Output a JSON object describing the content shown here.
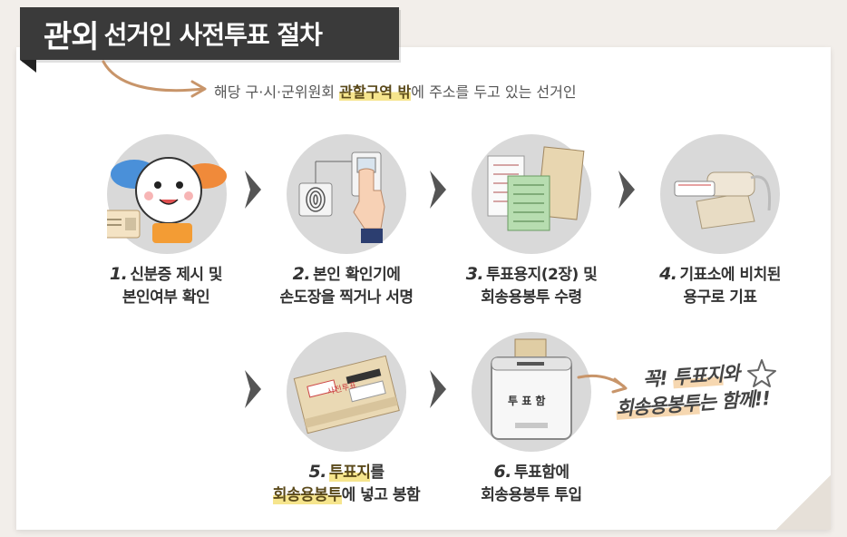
{
  "title": {
    "prefix": "관외",
    "rest": "선거인 사전투표 절차"
  },
  "subtitle": {
    "before": "해당 구·시·군위원회 ",
    "highlight": "관할구역 밖",
    "after": "에 주소를 두고 있는 선거인"
  },
  "steps": [
    {
      "num": "1.",
      "line1": "신분증 제시 및",
      "line2": "본인여부 확인",
      "icon": "id-card-mascot-icon"
    },
    {
      "num": "2.",
      "line1": "본인 확인기에",
      "line2": "손도장을 찍거나 서명",
      "icon": "fingerprint-scanner-icon"
    },
    {
      "num": "3.",
      "line1": "투표용지(2장) 및",
      "line2": "회송용봉투 수령",
      "icon": "ballot-papers-envelope-icon"
    },
    {
      "num": "4.",
      "line1": "기표소에 비치된",
      "line2": "용구로 기표",
      "icon": "ballot-stamp-icon"
    },
    {
      "num": "5.",
      "line1_hl": "투표지",
      "line1": "를",
      "line2_hl": "회송용봉투",
      "line2": "에 넣고 봉함",
      "icon": "sealed-envelope-icon"
    },
    {
      "num": "6.",
      "line1": "투표함에",
      "line2": "회송용봉투 투입",
      "icon": "ballot-box-icon"
    }
  ],
  "envelope_label": "사전투표",
  "ballot_box_label": "투 표 함",
  "note": {
    "line1_a": "꼭! ",
    "line1_hl": "투표지",
    "line1_b": "와",
    "line2_hl": "회송용봉투",
    "line2_b": "는 함께!!"
  },
  "colors": {
    "banner": "#3a3a3a",
    "highlight": "#f6e58d",
    "accent": "#c8956a",
    "circle": "#d9d9d9"
  }
}
